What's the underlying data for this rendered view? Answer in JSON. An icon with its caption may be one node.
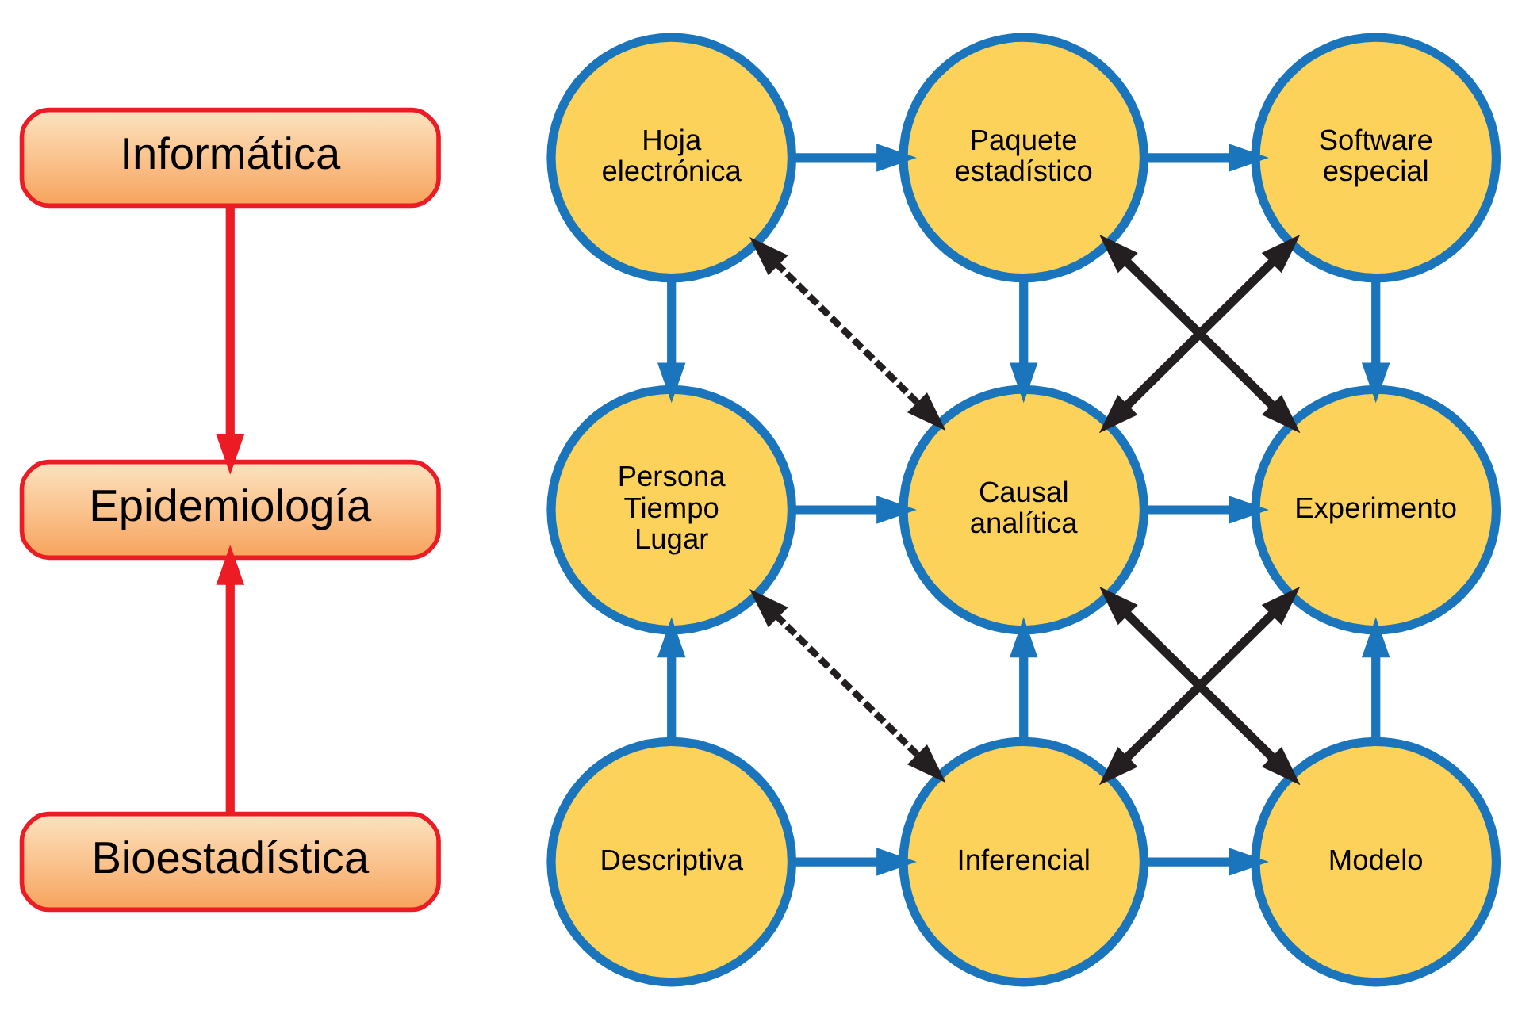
{
  "diagram": {
    "nodes": [
      {
        "text": [
          "Informática"
        ]
      },
      {
        "text": [
          "Epidemiología"
        ]
      },
      {
        "text": [
          "Bioestadística"
        ]
      },
      {
        "text": [
          "Hoja electrónica"
        ]
      },
      {
        "text": [
          "Paquete estadístico"
        ]
      },
      {
        "text": [
          "Software especial"
        ]
      },
      {
        "text": [
          "Persona Tiempo Lugar"
        ]
      },
      {
        "text": [
          "Causal analítica"
        ]
      },
      {
        "text": [
          "Experimento"
        ]
      },
      {
        "text": [
          "Descriptiva"
        ]
      },
      {
        "text": [
          "Inferencial"
        ]
      },
      {
        "text": [
          "Modelo"
        ]
      }
    ],
    "edges": [
      {
        "from": 0,
        "to": 1,
        "arrow": "to",
        "color": "#ed1c24"
      },
      {
        "from": 2,
        "to": 1,
        "arrow": "to",
        "color": "#ed1c24"
      },
      {
        "from": 3,
        "to": 4,
        "arrow": "to"
      },
      {
        "from": 4,
        "to": 5,
        "arrow": "to"
      },
      {
        "from": 3,
        "to": 6,
        "arrow": "to"
      },
      {
        "from": 4,
        "to": 7,
        "arrow": "to"
      },
      {
        "from": 5,
        "to": 8,
        "arrow": "to"
      },
      {
        "from": 3,
        "to": 7,
        "arrow": "both",
        "style": "dashed",
        "color": "#231f20"
      },
      {
        "from": 5,
        "to": 7,
        "arrow": "both",
        "color": "#231f20"
      },
      {
        "from": 4,
        "to": 8,
        "arrow": "both",
        "color": "#231f20"
      },
      {
        "from": 6,
        "to": 7,
        "arrow": "to"
      },
      {
        "from": 7,
        "to": 8,
        "arrow": "to"
      },
      {
        "from": 9,
        "to": 6,
        "arrow": "to"
      },
      {
        "from": 10,
        "to": 7,
        "arrow": "to"
      },
      {
        "from": 11,
        "to": 8,
        "arrow": "to"
      },
      {
        "from": 6,
        "to": 10,
        "arrow": "both",
        "style": "dashed",
        "color": "#231f20"
      },
      {
        "from": 7,
        "to": 11,
        "arrow": "both",
        "color": "#231f20"
      },
      {
        "from": 8,
        "to": 10,
        "arrow": "both",
        "color": "#231f20"
      },
      {
        "from": 9,
        "to": 10,
        "arrow": "to"
      },
      {
        "from": 10,
        "to": 11,
        "arrow": "to"
      }
    ]
  }
}
